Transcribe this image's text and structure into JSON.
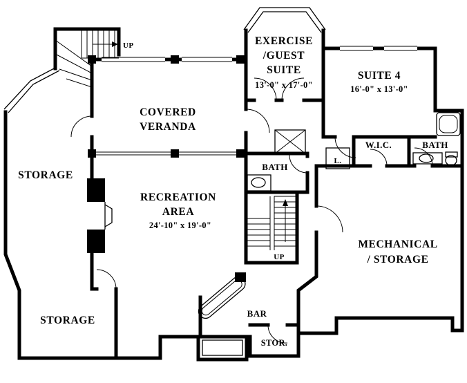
{
  "plan": {
    "type": "basement floor plan",
    "background": "#ffffff",
    "line_color": "#000000"
  },
  "rooms": {
    "exercise": {
      "line1": "EXERCISE",
      "line2": "/GUEST",
      "line3": "SUITE",
      "dims": "13'-0\" x 17'-0\""
    },
    "suite4": {
      "name": "SUITE 4",
      "dims": "16'-0\" x 13'-0\""
    },
    "veranda": {
      "line1": "COVERED",
      "line2": "VERANDA"
    },
    "recreation": {
      "line1": "RECREATION",
      "line2": "AREA",
      "dims": "24'-10\" x 19'-0\""
    },
    "storage_upper": {
      "name": "STORAGE"
    },
    "storage_lower": {
      "name": "STORAGE"
    },
    "mechanical": {
      "line1": "MECHANICAL",
      "line2": "/ STORAGE"
    },
    "bath_center": {
      "name": "BATH"
    },
    "bath_right": {
      "name": "BATH"
    },
    "wic": {
      "name": "W.I.C."
    },
    "linen": {
      "name": "L."
    },
    "bar": {
      "name": "BAR"
    },
    "stor": {
      "name": "STOR."
    }
  },
  "stairs": {
    "top_left_up": "UP",
    "center_up": "UP"
  }
}
